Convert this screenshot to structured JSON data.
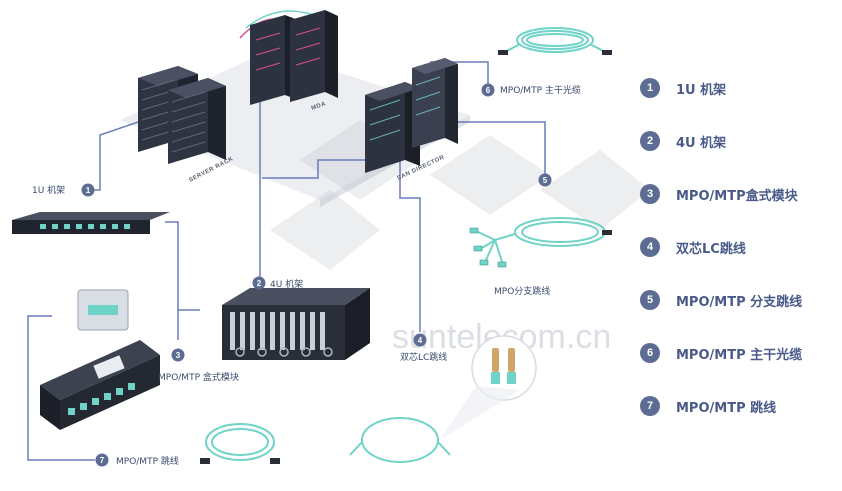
{
  "watermark": "suntelecom.cn",
  "rack_labels": {
    "server_rack": "SERVER RACK",
    "mda": "MDA",
    "san_director": "SAN DIRECTOR"
  },
  "callouts": [
    {
      "num": "1",
      "text": "1U 机架"
    },
    {
      "num": "2",
      "text": "4U 机架"
    },
    {
      "num": "3",
      "text": "MPO/MTP 盒式模块"
    },
    {
      "num": "4",
      "text": "双芯LC跳线"
    },
    {
      "num": "5",
      "text": "MPO分支跳线"
    },
    {
      "num": "6",
      "text": "MPO/MTP 主干光缆"
    },
    {
      "num": "7",
      "text": "MPO/MTP 跳线"
    }
  ],
  "legend": [
    {
      "num": "1",
      "text": "1U 机架"
    },
    {
      "num": "2",
      "text": "4U 机架"
    },
    {
      "num": "3",
      "text": "MPO/MTP盒式模块"
    },
    {
      "num": "4",
      "text": "双芯LC跳线"
    },
    {
      "num": "5",
      "text": "MPO/MTP 分支跳线"
    },
    {
      "num": "6",
      "text": "MPO/MTP 主干光缆"
    },
    {
      "num": "7",
      "text": "MPO/MTP 跳线"
    }
  ],
  "colors": {
    "accent": "#5d6c93",
    "line": "#6a7db8",
    "cable": "#6fd3c8",
    "rack": "#2d3240"
  }
}
